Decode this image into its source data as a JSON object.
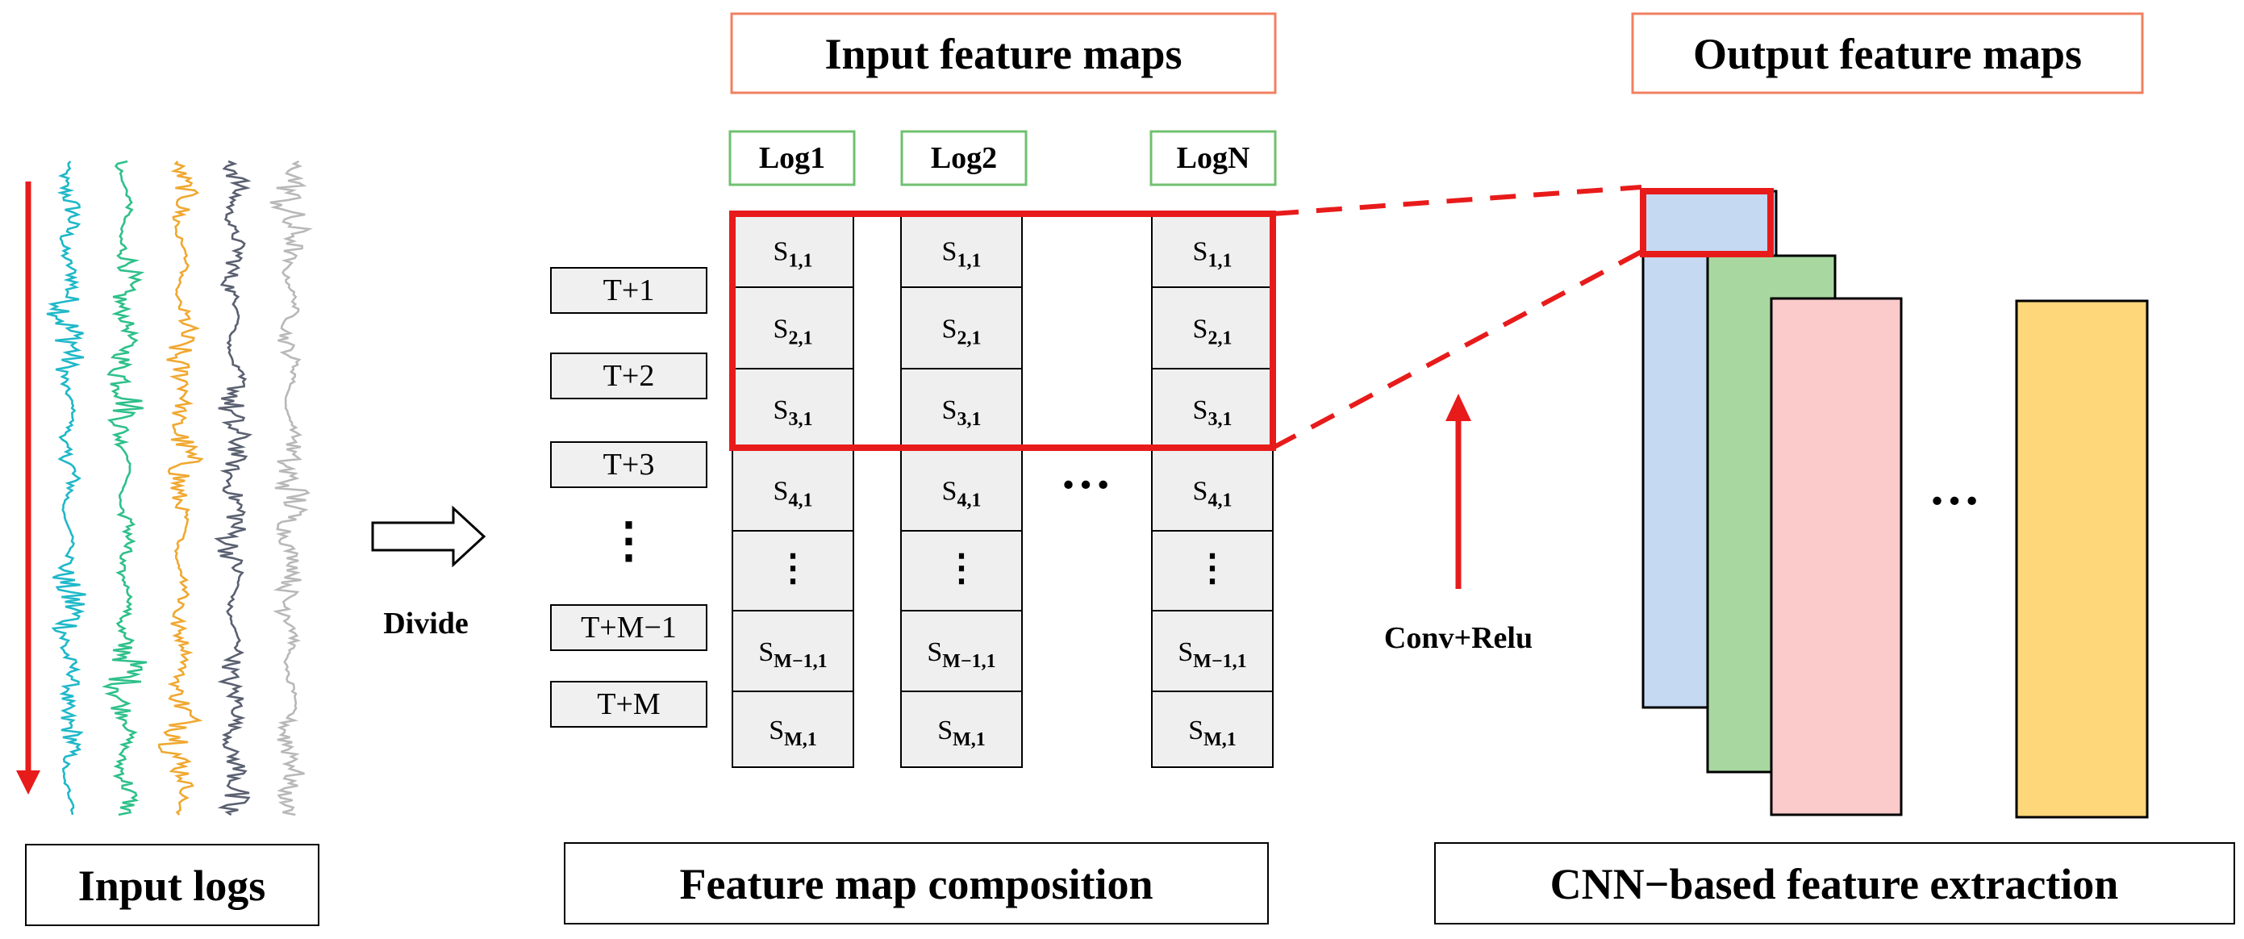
{
  "titles": {
    "input_feature_maps": "Input feature maps",
    "output_feature_maps": "Output feature maps"
  },
  "sections": {
    "input_logs": "Input logs",
    "feature_map_composition": "Feature map composition",
    "cnn_feature_extraction": "CNN−based feature extraction"
  },
  "labels": {
    "divide": "Divide",
    "conv_relu": "Conv+Relu",
    "ellipsis_h": "…",
    "ellipsis_v": "⋮"
  },
  "log_headers": [
    "Log1",
    "Log2",
    "LogN"
  ],
  "time_steps": [
    "T+1",
    "T+2",
    "T+3",
    "⋮",
    "T+M−1",
    "T+M"
  ],
  "cells": [
    {
      "base": "S",
      "sub": "1,1"
    },
    {
      "base": "S",
      "sub": "2,1"
    },
    {
      "base": "S",
      "sub": "3,1"
    },
    {
      "base": "S",
      "sub": "4,1"
    },
    {
      "base": "⋮",
      "sub": ""
    },
    {
      "base": "S",
      "sub": "M−1,1"
    },
    {
      "base": "S",
      "sub": "M,1"
    }
  ],
  "signal_colors": [
    "#1fb8c8",
    "#2ec08a",
    "#f0a830",
    "#5a6070",
    "#b8b8b8"
  ],
  "feature_map_colors": {
    "blue": "#c5d9f3",
    "green": "#a8d8a0",
    "pink": "#fbcaca",
    "yellow": "#fdd77a"
  },
  "accent": "#e81b1b"
}
